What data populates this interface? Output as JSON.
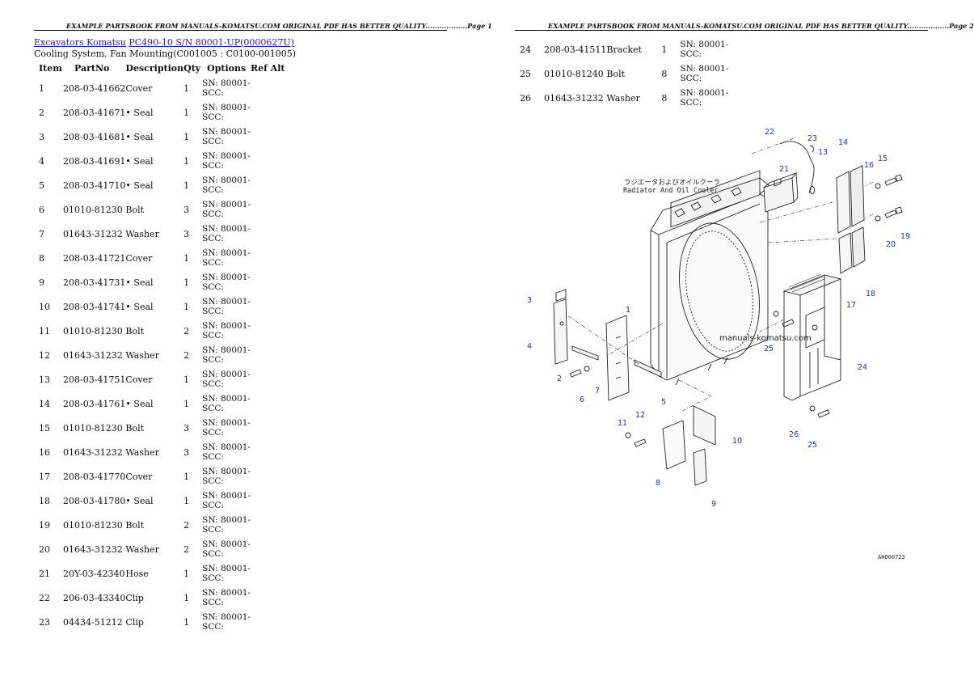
{
  "header": {
    "page1": "EXAMPLE PARTSBOOK FROM MANUALS-KOMATSU.COM ORIGINAL PDF HAS BETTER QUALITY..................Page 1",
    "page2": "EXAMPLE PARTSBOOK FROM MANUALS-KOMATSU.COM ORIGINAL PDF HAS BETTER QUALITY..................Page 2"
  },
  "breadcrumb": {
    "link1": "Excavators Komatsu",
    "link2": "PC490-10 S/N 80001-UP(0000627U)"
  },
  "subtitle": "Cooling System, Fan Mounting(C001005 : C0100-001005)",
  "columns": [
    "Item",
    "PartNo",
    "Description",
    "Qty",
    "Options",
    "Ref Alt"
  ],
  "rows_page1": [
    {
      "item": "1",
      "partno": "208-03-41662",
      "desc": "Cover",
      "qty": "1",
      "opt": "SN: 80001-\nSCC:"
    },
    {
      "item": "2",
      "partno": "208-03-41671",
      "desc": "• Seal",
      "qty": "1",
      "opt": "SN: 80001-\nSCC:"
    },
    {
      "item": "3",
      "partno": "208-03-41681",
      "desc": "• Seal",
      "qty": "1",
      "opt": "SN: 80001-\nSCC:"
    },
    {
      "item": "4",
      "partno": "208-03-41691",
      "desc": "• Seal",
      "qty": "1",
      "opt": "SN: 80001-\nSCC:"
    },
    {
      "item": "5",
      "partno": "208-03-41710",
      "desc": "• Seal",
      "qty": "1",
      "opt": "SN: 80001-\nSCC:"
    },
    {
      "item": "6",
      "partno": "01010-81230",
      "desc": "Bolt",
      "qty": "3",
      "opt": "SN: 80001-\nSCC:"
    },
    {
      "item": "7",
      "partno": "01643-31232",
      "desc": "Washer",
      "qty": "3",
      "opt": "SN: 80001-\nSCC:"
    },
    {
      "item": "8",
      "partno": "208-03-41721",
      "desc": "Cover",
      "qty": "1",
      "opt": "SN: 80001-\nSCC:"
    },
    {
      "item": "9",
      "partno": "208-03-41731",
      "desc": "• Seal",
      "qty": "1",
      "opt": "SN: 80001-\nSCC:"
    },
    {
      "item": "10",
      "partno": "208-03-41741",
      "desc": "• Seal",
      "qty": "1",
      "opt": "SN: 80001-\nSCC:"
    },
    {
      "item": "11",
      "partno": "01010-81230",
      "desc": "Bolt",
      "qty": "2",
      "opt": "SN: 80001-\nSCC:"
    },
    {
      "item": "12",
      "partno": "01643-31232",
      "desc": "Washer",
      "qty": "2",
      "opt": "SN: 80001-\nSCC:"
    },
    {
      "item": "13",
      "partno": "208-03-41751",
      "desc": "Cover",
      "qty": "1",
      "opt": "SN: 80001-\nSCC:"
    },
    {
      "item": "14",
      "partno": "208-03-41761",
      "desc": "• Seal",
      "qty": "1",
      "opt": "SN: 80001-\nSCC:"
    },
    {
      "item": "15",
      "partno": "01010-81230",
      "desc": "Bolt",
      "qty": "3",
      "opt": "SN: 80001-\nSCC:"
    },
    {
      "item": "16",
      "partno": "01643-31232",
      "desc": "Washer",
      "qty": "3",
      "opt": "SN: 80001-\nSCC:"
    },
    {
      "item": "17",
      "partno": "208-03-41770",
      "desc": "Cover",
      "qty": "1",
      "opt": "SN: 80001-\nSCC:"
    },
    {
      "item": "18",
      "partno": "208-03-41780",
      "desc": "• Seal",
      "qty": "1",
      "opt": "SN: 80001-\nSCC:"
    },
    {
      "item": "19",
      "partno": "01010-81230",
      "desc": "Bolt",
      "qty": "2",
      "opt": "SN: 80001-\nSCC:"
    },
    {
      "item": "20",
      "partno": "01643-31232",
      "desc": "Washer",
      "qty": "2",
      "opt": "SN: 80001-\nSCC:"
    },
    {
      "item": "21",
      "partno": "20Y-03-42340",
      "desc": "Hose",
      "qty": "1",
      "opt": "SN: 80001-\nSCC:"
    },
    {
      "item": "22",
      "partno": "206-03-43340",
      "desc": "Clip",
      "qty": "1",
      "opt": "SN: 80001-\nSCC:"
    },
    {
      "item": "23",
      "partno": "04434-51212",
      "desc": "Clip",
      "qty": "1",
      "opt": "SN: 80001-\nSCC:"
    }
  ],
  "rows_page2": [
    {
      "item": "24",
      "partno": "208-03-41511",
      "desc": "Bracket",
      "qty": "1",
      "opt": "SN: 80001-\nSCC:"
    },
    {
      "item": "25",
      "partno": "01010-81240",
      "desc": "Bolt",
      "qty": "8",
      "opt": "SN: 80001-\nSCC:"
    },
    {
      "item": "26",
      "partno": "01643-31232",
      "desc": "Washer",
      "qty": "8",
      "opt": "SN: 80001-\nSCC:"
    }
  ],
  "diagram": {
    "caption_jp": "ラジエータおよびオイルクーラ",
    "caption_en": "Radiator And Oil Cooler",
    "watermark": "manuals-komatsu.com",
    "code": "AHO00723",
    "callouts": [
      "1",
      "2",
      "3",
      "4",
      "5",
      "6",
      "7",
      "8",
      "9",
      "10",
      "11",
      "12",
      "13",
      "14",
      "15",
      "16",
      "17",
      "18",
      "19",
      "20",
      "21",
      "22",
      "23",
      "24",
      "25",
      "25",
      "26"
    ]
  }
}
